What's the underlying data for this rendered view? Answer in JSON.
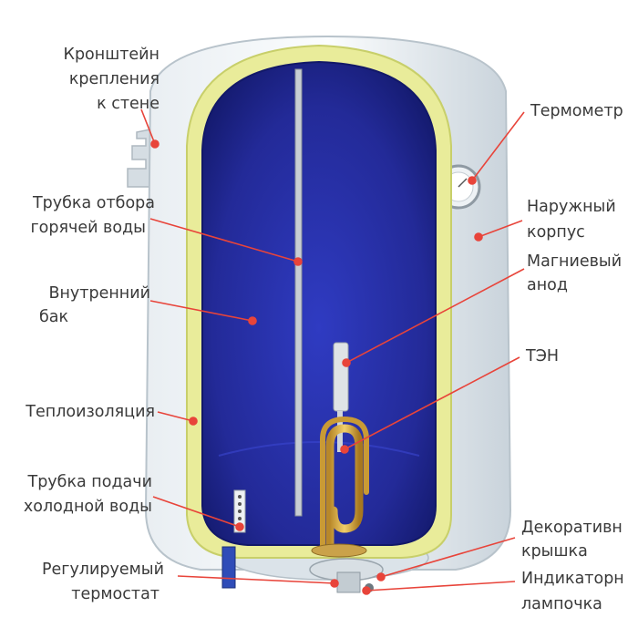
{
  "colors": {
    "leader": "#e8443a",
    "label_text": "#3a3a3a",
    "outer_shell": "#d6dfe6",
    "insulation": "#e9ec9a",
    "inner_tank": "#2a33a8",
    "inner_tank_dark": "#141a6e"
  },
  "labels": {
    "bracket": [
      "Кронштейн",
      "крепления",
      "к стене"
    ],
    "thermometer": [
      "Термометр"
    ],
    "hot_pipe": [
      "Трубка отбора",
      "горячей воды"
    ],
    "outer_case": [
      "Наружный",
      "корпус"
    ],
    "magnesium_anode": [
      "Магниевый",
      "анод"
    ],
    "inner_tank": [
      "Внутренний",
      "бак"
    ],
    "heater": [
      "ТЭН"
    ],
    "insulation": [
      "Теплоизоляция"
    ],
    "cold_pipe": [
      "Трубка подачи",
      "холодной воды"
    ],
    "decor_cover": [
      "Декоративн",
      "крышка"
    ],
    "thermostat": [
      "Регулируемый",
      "термостат"
    ],
    "indicator_lamp": [
      "Индикаторн",
      "лампочка"
    ]
  }
}
